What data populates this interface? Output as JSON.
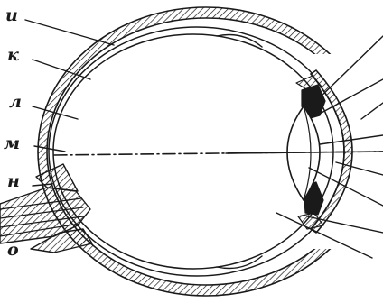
{
  "diagram": {
    "labels": [
      "и",
      "к",
      "л",
      "м",
      "н",
      "о"
    ],
    "colors": {
      "ink": "#1a1a1a",
      "background": "#ffffff"
    }
  }
}
